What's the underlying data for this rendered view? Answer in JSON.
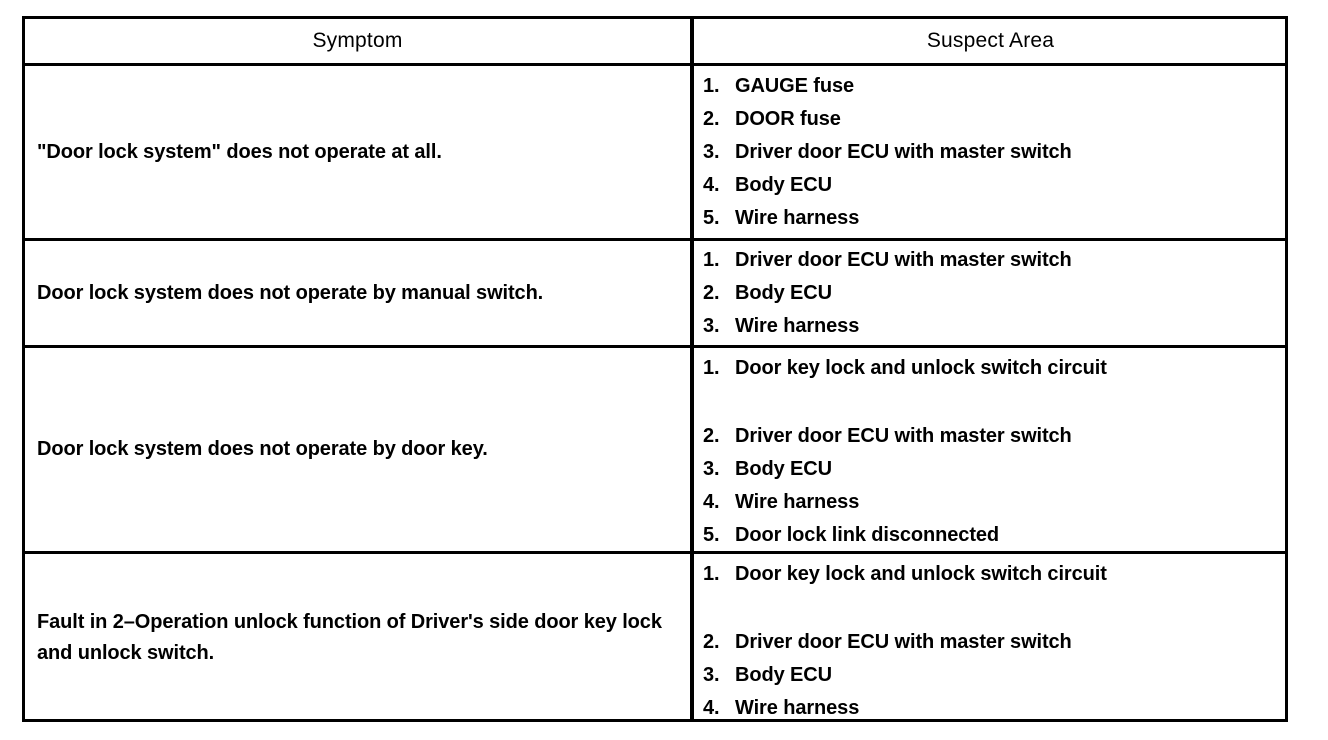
{
  "table": {
    "headers": {
      "symptom": "Symptom",
      "suspect_area": "Suspect Area"
    },
    "rows": [
      {
        "symptom": "\"Door lock system\" does not operate at all.",
        "suspect_area": [
          {
            "num": "1.",
            "label": "GAUGE fuse",
            "gap_before": false
          },
          {
            "num": "2.",
            "label": "DOOR fuse",
            "gap_before": false
          },
          {
            "num": "3.",
            "label": "Driver door ECU with master switch",
            "gap_before": false
          },
          {
            "num": "4.",
            "label": "Body ECU",
            "gap_before": false
          },
          {
            "num": "5.",
            "label": "Wire harness",
            "gap_before": false
          }
        ]
      },
      {
        "symptom": "Door lock system does not operate by manual switch.",
        "suspect_area": [
          {
            "num": "1.",
            "label": "Driver door ECU with master switch",
            "gap_before": false
          },
          {
            "num": "2.",
            "label": "Body ECU",
            "gap_before": false
          },
          {
            "num": "3.",
            "label": "Wire harness",
            "gap_before": false
          }
        ]
      },
      {
        "symptom": "Door lock system does not operate by door key.",
        "suspect_area": [
          {
            "num": "1.",
            "label": "Door key lock and unlock switch circuit",
            "gap_before": false
          },
          {
            "num": "2.",
            "label": "Driver door ECU with master switch",
            "gap_before": true
          },
          {
            "num": "3.",
            "label": "Body ECU",
            "gap_before": false
          },
          {
            "num": "4.",
            "label": "Wire harness",
            "gap_before": false
          },
          {
            "num": "5.",
            "label": "Door lock link disconnected",
            "gap_before": false
          }
        ]
      },
      {
        "symptom": "Fault in 2–Operation unlock function of Driver's side door key lock and unlock switch.",
        "suspect_area": [
          {
            "num": "1.",
            "label": "Door key lock and unlock switch circuit",
            "gap_before": false
          },
          {
            "num": "2.",
            "label": "Driver door ECU with master switch",
            "gap_before": true
          },
          {
            "num": "3.",
            "label": "Body ECU",
            "gap_before": false
          },
          {
            "num": "4.",
            "label": "Wire harness",
            "gap_before": false
          }
        ]
      }
    ]
  },
  "colors": {
    "ink": "#000000",
    "paper": "#ffffff"
  }
}
